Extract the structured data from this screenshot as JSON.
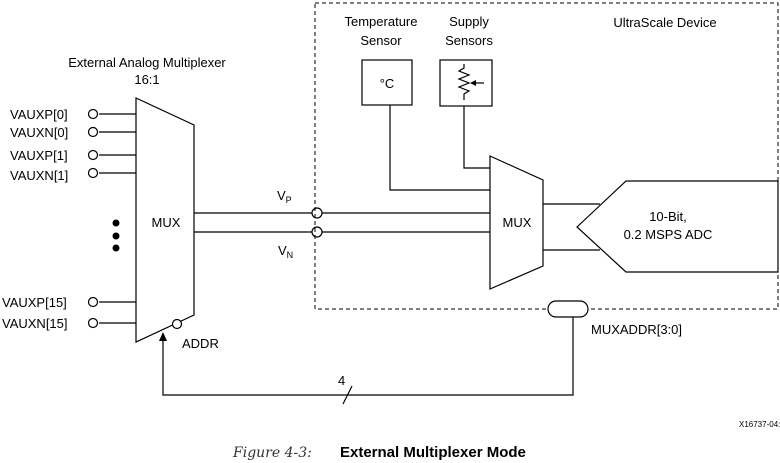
{
  "external_mux": {
    "title_line1": "External Analog Multiplexer",
    "title_line2": "16:1",
    "label": "MUX",
    "inputs": [
      "VAUXP[0]",
      "VAUXN[0]",
      "VAUXP[1]",
      "VAUXN[1]",
      "VAUXP[15]",
      "VAUXN[15]"
    ],
    "addr_label": "ADDR"
  },
  "signals": {
    "vp_main": "V",
    "vp_sub": "P",
    "vn_main": "V",
    "vn_sub": "N",
    "bus_width": "4",
    "muxaddr": "MUXADDR[3:0]"
  },
  "device": {
    "title": "UltraScale Device",
    "temp_sensor_line1": "Temperature",
    "temp_sensor_line2": "Sensor",
    "temp_symbol": "°C",
    "supply_line1": "Supply",
    "supply_line2": "Sensors",
    "mux_label": "MUX",
    "adc_line1": "10-Bit,",
    "adc_line2": "0.2 MSPS ADC"
  },
  "figure_id": "X16737-04:",
  "caption": {
    "number": "Figure 4-3:",
    "title": "External Multiplexer Mode"
  }
}
